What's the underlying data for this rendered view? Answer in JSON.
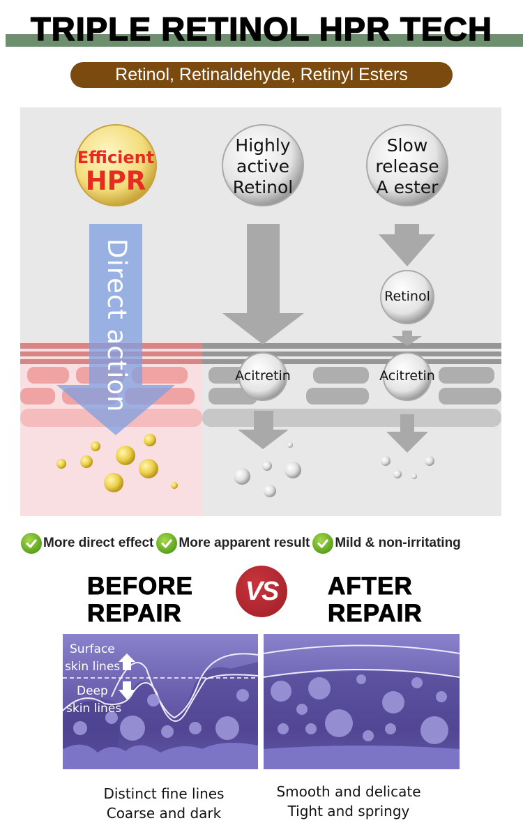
{
  "header": {
    "title": "TRIPLE RETINOL HPR TECH",
    "subtitle": "Retinol, Retinaldehyde, Retinyl Esters",
    "band_color": "#6e8f6e",
    "pill_color": "#7b4a0e"
  },
  "diagram": {
    "columns": [
      {
        "top_circle": {
          "line1": "Efficient",
          "line2": "HPR"
        },
        "arrow_label": "Direct action",
        "style": "gold"
      },
      {
        "top_circle": {
          "lines": [
            "Highly",
            "active",
            "Retinol"
          ]
        },
        "middle_label": "Acitretin",
        "style": "silver"
      },
      {
        "top_circle": {
          "lines": [
            "Slow",
            "release",
            "A ester"
          ]
        },
        "intermediate_label": "Retinol",
        "middle_label": "Acitretin",
        "style": "silver"
      }
    ],
    "colors": {
      "highlight_zone": "#f9dfe1",
      "arrow_blue": "#8ea8e0",
      "arrow_gray": "#a9a9a9",
      "hpr_text": "#e62b20"
    }
  },
  "benefits": [
    {
      "icon": "check-circle-icon",
      "label": "More direct effect"
    },
    {
      "icon": "check-circle-icon",
      "label": "More apparent result"
    },
    {
      "icon": "check-circle-icon",
      "label": "Mild & non-irritating"
    }
  ],
  "comparison": {
    "before": {
      "title_line1": "BEFORE",
      "title_line2": "REPAIR",
      "caption_line1": "Distinct fine lines",
      "caption_line2": "Coarse and dark",
      "surface_label_1": "Surface",
      "surface_label_2": "skin lines",
      "deep_label_1": "Deep",
      "deep_label_2": "skin lines"
    },
    "vs_label": "VS",
    "after": {
      "title_line1": "AFTER",
      "title_line2": "REPAIR",
      "caption_line1": "Smooth and delicate",
      "caption_line2": "Tight and springy"
    }
  }
}
